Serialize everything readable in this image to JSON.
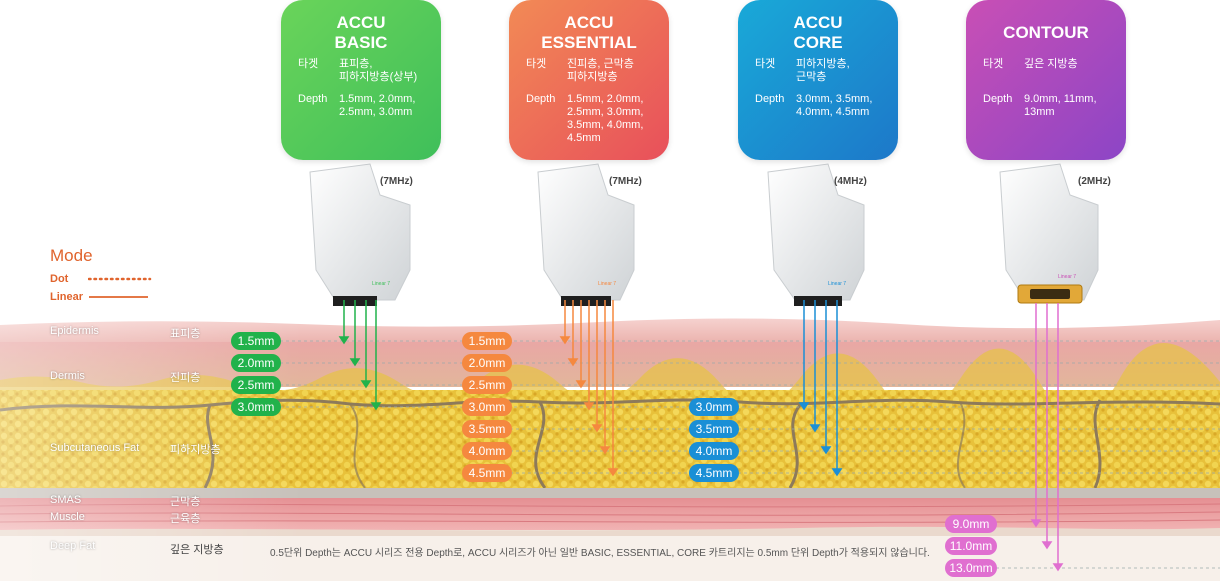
{
  "cards": [
    {
      "title": "ACCU\nBASIC",
      "target_label": "타겟",
      "target": "표피층,\n피하지방층(상부)",
      "depth_label": "Depth",
      "depth": "1.5mm, 2.0mm,\n2.5mm, 3.0mm",
      "freq": "(7MHz)",
      "color": "#3fbf5a"
    },
    {
      "title": "ACCU\nESSENTIAL",
      "target_label": "타겟",
      "target": "진피층, 근막층\n피하지방층",
      "depth_label": "Depth",
      "depth": "1.5mm, 2.0mm,\n2.5mm, 3.0mm,\n3.5mm, 4.0mm,\n4.5mm",
      "freq": "(7MHz)",
      "color": "#e8505b"
    },
    {
      "title": "ACCU\nCORE",
      "target_label": "타겟",
      "target": "피하지방층,\n근막층",
      "depth_label": "Depth",
      "depth": "3.0mm, 3.5mm,\n4.0mm, 4.5mm",
      "freq": "(4MHz)",
      "color": "#1d78c9"
    },
    {
      "title": "CONTOUR",
      "target_label": "타겟",
      "target": "깊은 지방층",
      "depth_label": "Depth",
      "depth": "9.0mm, 11mm,\n13mm",
      "freq": "(2MHz)",
      "color": "#8c45c6"
    }
  ],
  "cartridge_label": "Linear 7",
  "mode": {
    "title": "Mode",
    "dot": "Dot",
    "linear": "Linear",
    "color": "#e0642d"
  },
  "layers": [
    {
      "en": "Epidermis",
      "ko": "표피층"
    },
    {
      "en": "Dermis",
      "ko": "진피층"
    },
    {
      "en": "Subcutaneous Fat",
      "ko": "피하지방층"
    },
    {
      "en": "SMAS",
      "ko": "근막층"
    },
    {
      "en": "Muscle",
      "ko": "근육층"
    },
    {
      "en": "Deep Fat",
      "ko": "깊은 지방층"
    }
  ],
  "depths": {
    "basic": [
      "1.5mm",
      "2.0mm",
      "2.5mm",
      "3.0mm"
    ],
    "essential": [
      "1.5mm",
      "2.0mm",
      "2.5mm",
      "3.0mm",
      "3.5mm",
      "4.0mm",
      "4.5mm"
    ],
    "core": [
      "3.0mm",
      "3.5mm",
      "4.0mm",
      "4.5mm"
    ],
    "contour": [
      "9.0mm",
      "11.0mm",
      "13.0mm"
    ]
  },
  "note": "0.5단위 Depth는 ACCU 시리즈 전용 Depth로, ACCU 시리즈가 아닌 일반 BASIC, ESSENTIAL, CORE 카트리지는 0.5mm 단위 Depth가 적용되지 않습니다."
}
